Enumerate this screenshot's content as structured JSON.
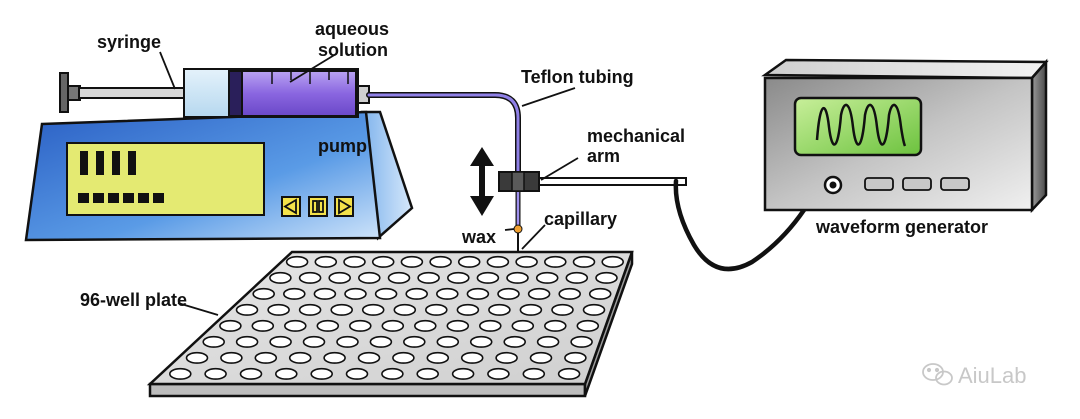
{
  "labels": {
    "syringe": "syringe",
    "aqueous_line1": "aqueous",
    "aqueous_line2": "solution",
    "teflon": "Teflon tubing",
    "pump": "pump",
    "mechanical_line1": "mechanical",
    "mechanical_line2": "arm",
    "wax": "wax",
    "capillary": "capillary",
    "plate": "96-well plate",
    "waveform": "waveform generator"
  },
  "watermark": {
    "text": "AiuLab",
    "icon": "wechat-icon"
  },
  "plate": {
    "rows": 8,
    "columns": 12,
    "wells": 96
  },
  "colors": {
    "pump_body": "#3f7fd9",
    "pump_display": "#e8ec7a",
    "syringe_barrel": "#cfe6f5",
    "aqueous_solution": "#8f6fe0",
    "tubing": "#7a6ad8",
    "generator_screen": "#a8e07a",
    "wax": "#f0a030"
  }
}
